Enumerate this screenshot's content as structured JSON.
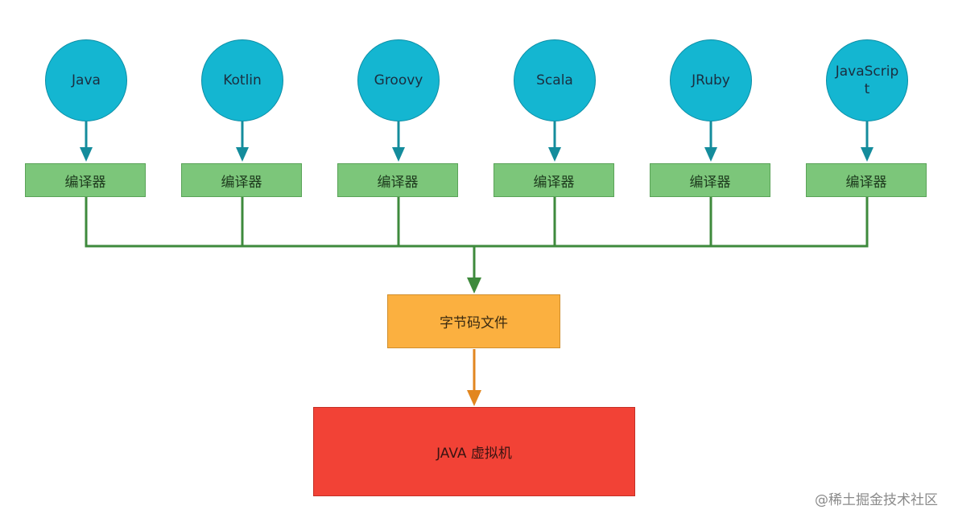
{
  "languages": [
    {
      "label": "Java"
    },
    {
      "label": "Kotlin"
    },
    {
      "label": "Groovy"
    },
    {
      "label": "Scala"
    },
    {
      "label": "JRuby"
    },
    {
      "label": "JavaScript"
    }
  ],
  "compiler_label": "编译器",
  "bytecode_label": "字节码文件",
  "jvm_label": "JAVA 虚拟机",
  "watermark": "@稀土掘金技术社区",
  "colors": {
    "language_fill": "#14b6d1",
    "compiler_fill": "#7cc67a",
    "bytecode_fill": "#fbb040",
    "jvm_fill": "#f24236",
    "teal_arrow": "#148c9c",
    "green_line": "#3e8a3c",
    "orange_arrow": "#e2861f"
  }
}
